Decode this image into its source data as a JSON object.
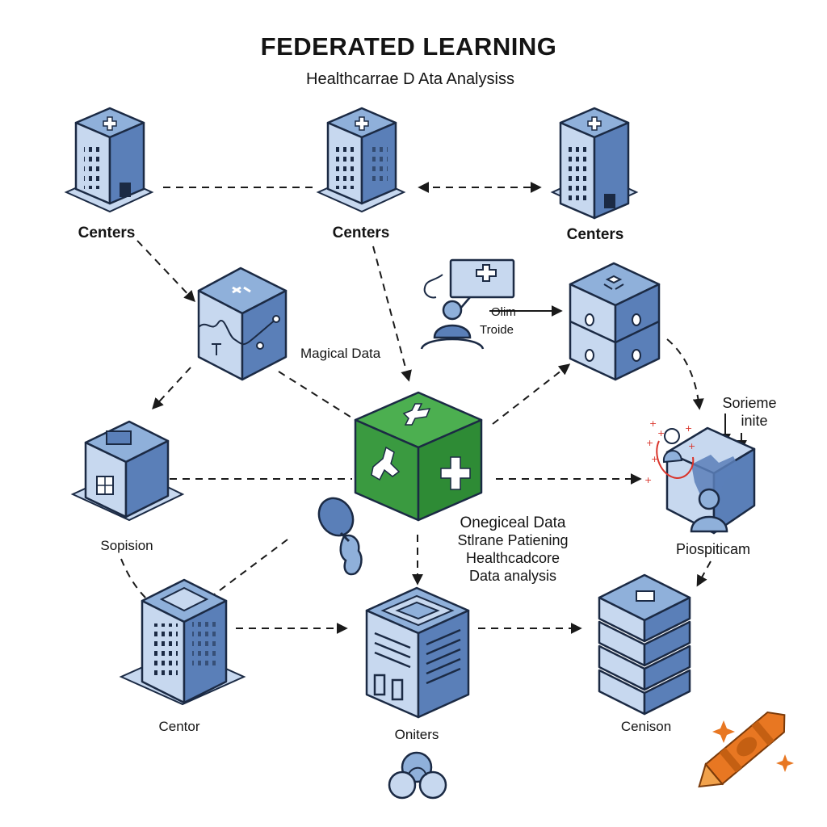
{
  "title": "FEDERATED LEARNING",
  "subtitle": "Healthcarrae  D Ata Analysiss",
  "labels": {
    "centers_left": "Centers",
    "centers_mid": "Centers",
    "centers_right": "Centers",
    "magical_data": "Magical Data",
    "clinician_line1": "Olim",
    "clinician_line2": "Troide",
    "sorieme_line1": "Sorieme",
    "sorieme_line2": "inite",
    "sopision": "Sopision",
    "piospiticam": "Piospiticam",
    "center_note_line1": "Onegiceal Data",
    "center_note_line2": "Stlrane Patiening",
    "center_note_line3": "Healthcadcore",
    "center_note_line4": "Data analysis",
    "centor": "Centor",
    "oniters": "Oniters",
    "cenison": "Cenison"
  },
  "colors": {
    "building_light": "#c7d8ef",
    "building_mid": "#8fb0da",
    "building_dark": "#5a7fb8",
    "hub_green_top": "#4caf50",
    "hub_green_side": "#3a9a40",
    "hub_green_dark": "#2e8b35",
    "accent_orange": "#e87722",
    "accent_red": "#d9342b"
  }
}
